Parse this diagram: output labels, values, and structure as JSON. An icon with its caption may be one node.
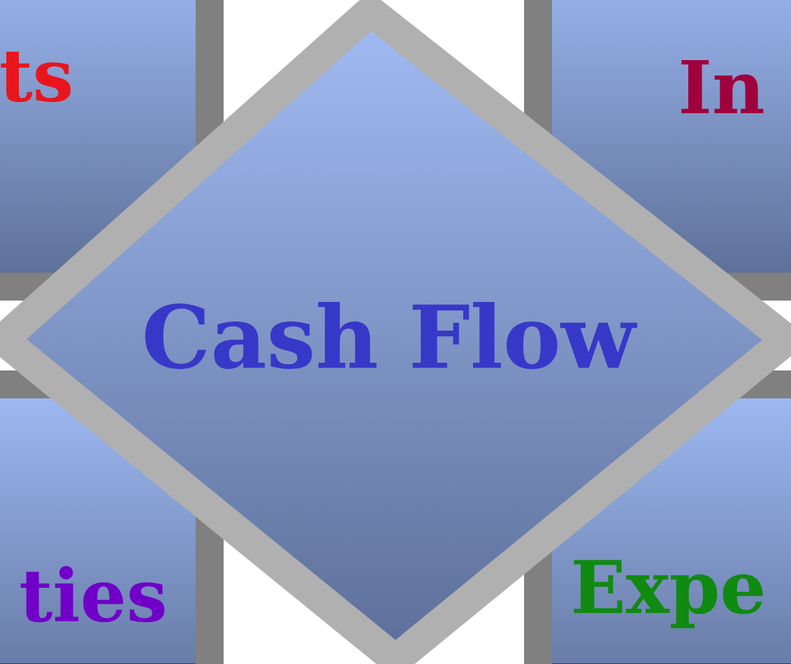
{
  "diagram": {
    "nodes": [
      {
        "text": [
          "ts"
        ]
      },
      {
        "text": [
          "In"
        ]
      },
      {
        "text": [
          "Cash Flow"
        ]
      },
      {
        "text": [
          "ties"
        ]
      },
      {
        "text": [
          "Expe"
        ]
      }
    ]
  }
}
